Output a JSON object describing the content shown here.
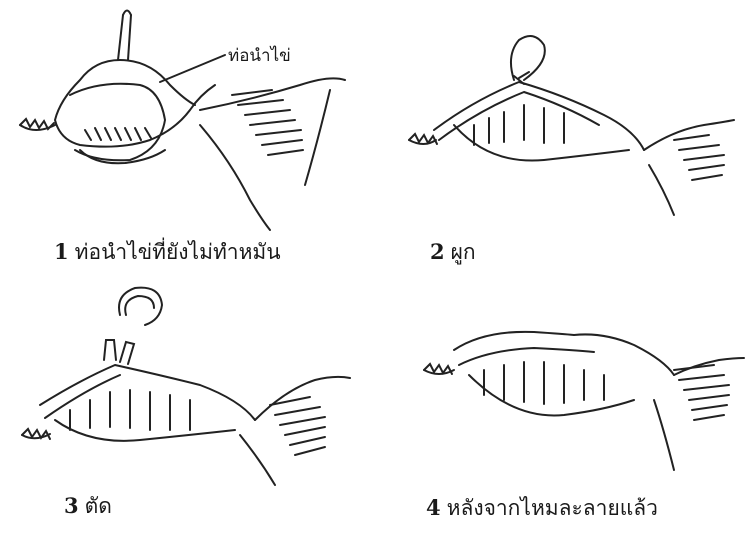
{
  "figure": {
    "panels": [
      {
        "number": "1",
        "caption": "ท่อนำไข่ที่ยังไม่ทำหมัน",
        "label": "ท่อนำไข่"
      },
      {
        "number": "2",
        "caption": "ผูก"
      },
      {
        "number": "3",
        "caption": "ตัด"
      },
      {
        "number": "4",
        "caption": "หลังจากไหมละลายแล้ว"
      }
    ]
  }
}
